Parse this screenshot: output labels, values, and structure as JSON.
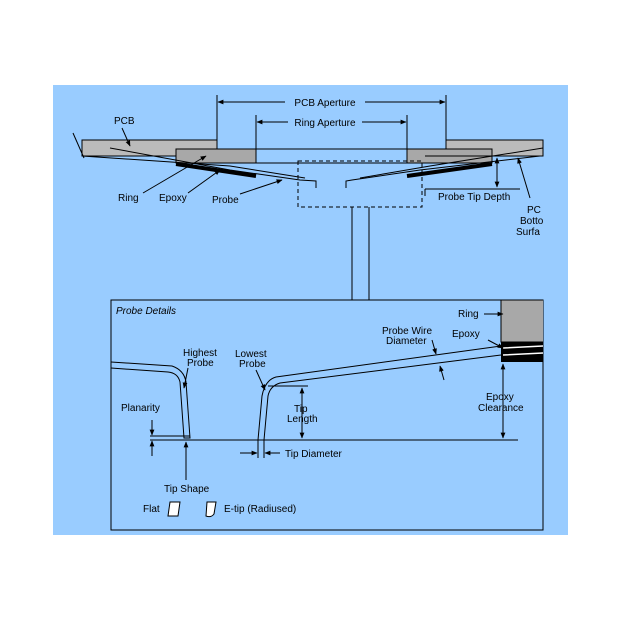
{
  "colors": {
    "background": "#ffffff",
    "diagram_background": "#99ccff",
    "pcb_fill": "#bbbbbb",
    "ring_fill": "#a8a8a8",
    "line": "#000000"
  },
  "top_view": {
    "pcb_label": "PCB",
    "pcb_aperture_label": "PCB Aperture",
    "ring_aperture_label": "Ring Aperture",
    "ring_label": "Ring",
    "epoxy_label": "Epoxy",
    "probe_label": "Probe",
    "probe_tip_depth_label": "Probe Tip Depth",
    "pcb_bottom_surface_lines": [
      "PC",
      "Botto",
      "Surfa"
    ]
  },
  "detail_view": {
    "title": "Probe Details",
    "ring_label": "Ring",
    "epoxy_label": "Epoxy",
    "probe_wire_diameter_lines": [
      "Probe Wire",
      "Diameter"
    ],
    "highest_probe_lines": [
      "Highest",
      "Probe"
    ],
    "lowest_probe_lines": [
      "Lowest",
      "Probe"
    ],
    "epoxy_clearance_lines": [
      "Epoxy",
      "Clearance"
    ],
    "tip_length_lines": [
      "Tip",
      "Length"
    ],
    "planarity_label": "Planarity",
    "tip_diameter_label": "Tip Diameter",
    "tip_shape_label": "Tip Shape",
    "flat_label": "Flat",
    "etip_label": "E-tip  (Radiused)"
  }
}
